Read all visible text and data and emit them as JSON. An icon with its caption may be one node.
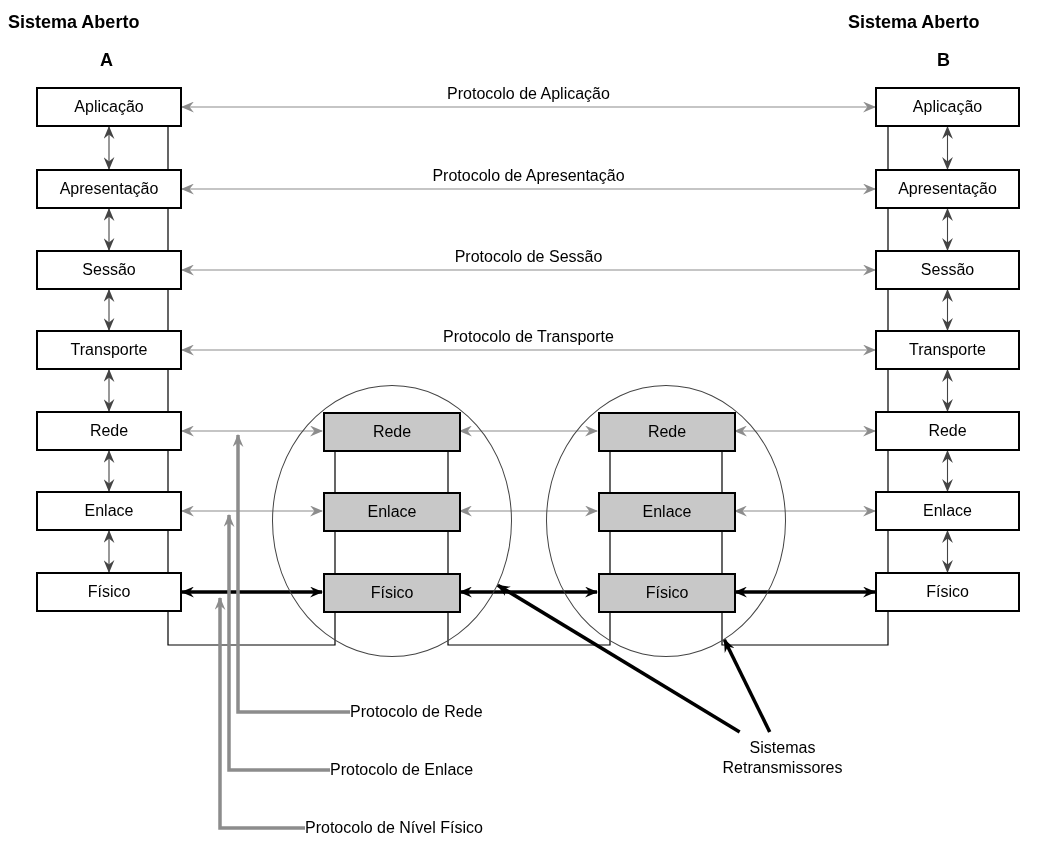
{
  "diagram": {
    "nodes": [
      {
        "text": [
          "Aplicação"
        ]
      },
      {
        "text": [
          "Apresentação"
        ]
      },
      {
        "text": [
          "Sessão"
        ]
      },
      {
        "text": [
          "Transporte"
        ]
      },
      {
        "text": [
          "Rede"
        ]
      },
      {
        "text": [
          "Enlace"
        ]
      },
      {
        "text": [
          "Físico"
        ]
      },
      {
        "text": [
          "Aplicação"
        ]
      },
      {
        "text": [
          "Apresentação"
        ]
      },
      {
        "text": [
          "Sessão"
        ]
      },
      {
        "text": [
          "Transporte"
        ]
      },
      {
        "text": [
          "Rede"
        ]
      },
      {
        "text": [
          "Enlace"
        ]
      },
      {
        "text": [
          "Físico"
        ]
      },
      {
        "text": [],
        "shape": "circle"
      },
      {
        "text": [
          "Rede"
        ],
        "in": 14
      },
      {
        "text": [
          "Enlace"
        ],
        "in": 14
      },
      {
        "text": [
          "Físico"
        ],
        "in": 14
      },
      {
        "text": [],
        "shape": "circle"
      },
      {
        "text": [
          "Rede"
        ],
        "in": 18
      },
      {
        "text": [
          "Enlace"
        ],
        "in": 18
      },
      {
        "text": [
          "Físico"
        ],
        "in": 18
      },
      {
        "text": [
          "Protocolo de Rede"
        ]
      },
      {
        "text": [
          "Protocolo de Enlace"
        ]
      },
      {
        "text": [
          "Protocolo de Nível Físico"
        ]
      },
      {
        "text": [
          "Sistemas Retransmissores"
        ]
      }
    ],
    "edges": [
      {
        "from": 0,
        "to": 1,
        "arrow": "both"
      },
      {
        "from": 1,
        "to": 2,
        "arrow": "both"
      },
      {
        "from": 2,
        "to": 3,
        "arrow": "both"
      },
      {
        "from": 3,
        "to": 4,
        "arrow": "both"
      },
      {
        "from": 4,
        "to": 5,
        "arrow": "both"
      },
      {
        "from": 5,
        "to": 6,
        "arrow": "both"
      },
      {
        "from": 7,
        "to": 8,
        "arrow": "both"
      },
      {
        "from": 8,
        "to": 9,
        "arrow": "both"
      },
      {
        "from": 9,
        "to": 10,
        "arrow": "both"
      },
      {
        "from": 10,
        "to": 11,
        "arrow": "both"
      },
      {
        "from": 11,
        "to": 12,
        "arrow": "both"
      },
      {
        "from": 12,
        "to": 13,
        "arrow": "both"
      },
      {
        "from": 0,
        "to": 7,
        "arrow": "both",
        "label": "Protocolo de Aplicação",
        "color": "#8c8c8c"
      },
      {
        "from": 1,
        "to": 8,
        "arrow": "both",
        "label": "Protocolo de Apresentação",
        "color": "#8c8c8c"
      },
      {
        "from": 2,
        "to": 9,
        "arrow": "both",
        "label": "Protocolo de Sessão",
        "color": "#8c8c8c"
      },
      {
        "from": 3,
        "to": 10,
        "arrow": "both",
        "label": "Protocolo de Transporte",
        "color": "#8c8c8c"
      },
      {
        "from": 4,
        "to": 15,
        "arrow": "both",
        "color": "#8c8c8c"
      },
      {
        "from": 15,
        "to": 19,
        "arrow": "both",
        "color": "#8c8c8c"
      },
      {
        "from": 19,
        "to": 11,
        "arrow": "both",
        "color": "#8c8c8c"
      },
      {
        "from": 5,
        "to": 16,
        "arrow": "both",
        "color": "#8c8c8c"
      },
      {
        "from": 16,
        "to": 20,
        "arrow": "both",
        "color": "#8c8c8c"
      },
      {
        "from": 20,
        "to": 12,
        "arrow": "both",
        "color": "#8c8c8c"
      },
      {
        "from": 6,
        "to": 17,
        "arrow": "both",
        "style": "thick",
        "color": "#000000"
      },
      {
        "from": 17,
        "to": 21,
        "arrow": "both",
        "style": "thick",
        "color": "#000000"
      },
      {
        "from": 21,
        "to": 13,
        "arrow": "both",
        "style": "thick",
        "color": "#000000"
      },
      {
        "from": 22,
        "to": null,
        "arrow": "to",
        "style": "thick",
        "color": "#8c8c8c"
      },
      {
        "from": 23,
        "to": null,
        "arrow": "to",
        "style": "thick",
        "color": "#8c8c8c"
      },
      {
        "from": 24,
        "to": null,
        "arrow": "to",
        "style": "thick",
        "color": "#8c8c8c"
      },
      {
        "from": 25,
        "to": 14,
        "arrow": "to",
        "style": "thick",
        "color": "#000000"
      },
      {
        "from": 25,
        "to": 18,
        "arrow": "to",
        "style": "thick",
        "color": "#000000"
      }
    ],
    "labels": [
      "Sistema Aberto",
      "A",
      "Sistema Aberto",
      "B"
    ]
  }
}
